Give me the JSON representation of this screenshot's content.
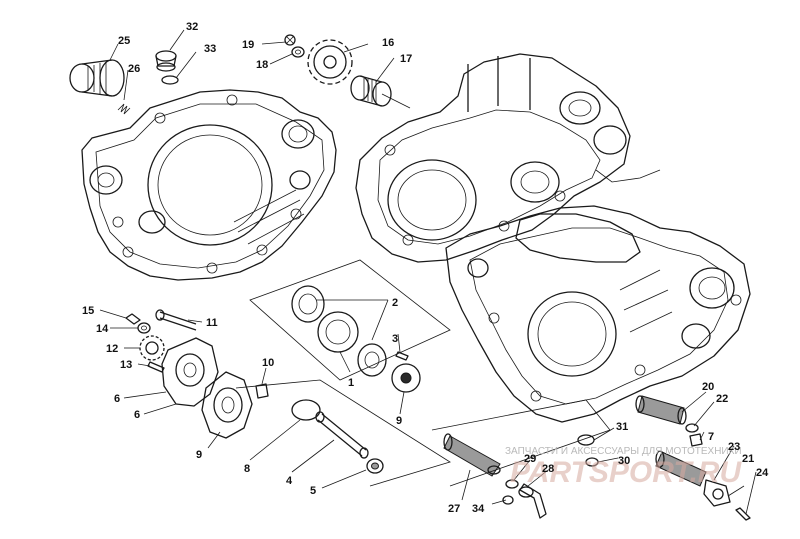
{
  "diagram": {
    "part_numbers": [
      "25",
      "32",
      "33",
      "26",
      "19",
      "18",
      "16",
      "17",
      "15",
      "14",
      "11",
      "12",
      "13",
      "2",
      "3",
      "1",
      "10",
      "6",
      "6",
      "9",
      "9",
      "8",
      "4",
      "5",
      "20",
      "22",
      "7",
      "31",
      "30",
      "23",
      "21",
      "24",
      "29",
      "28",
      "27",
      "34"
    ]
  },
  "watermark": {
    "line1": "ЗАПЧАСТИ И АКСЕССУАРЫ ДЛЯ МОТОТЕХНИКИ",
    "line2": "PARTSPORT.RU"
  },
  "colors": {
    "ink": "#1a1a1a",
    "background": "#ffffff",
    "watermark_text": "#b9b9b9",
    "watermark_logo": "#d7aaa0"
  }
}
